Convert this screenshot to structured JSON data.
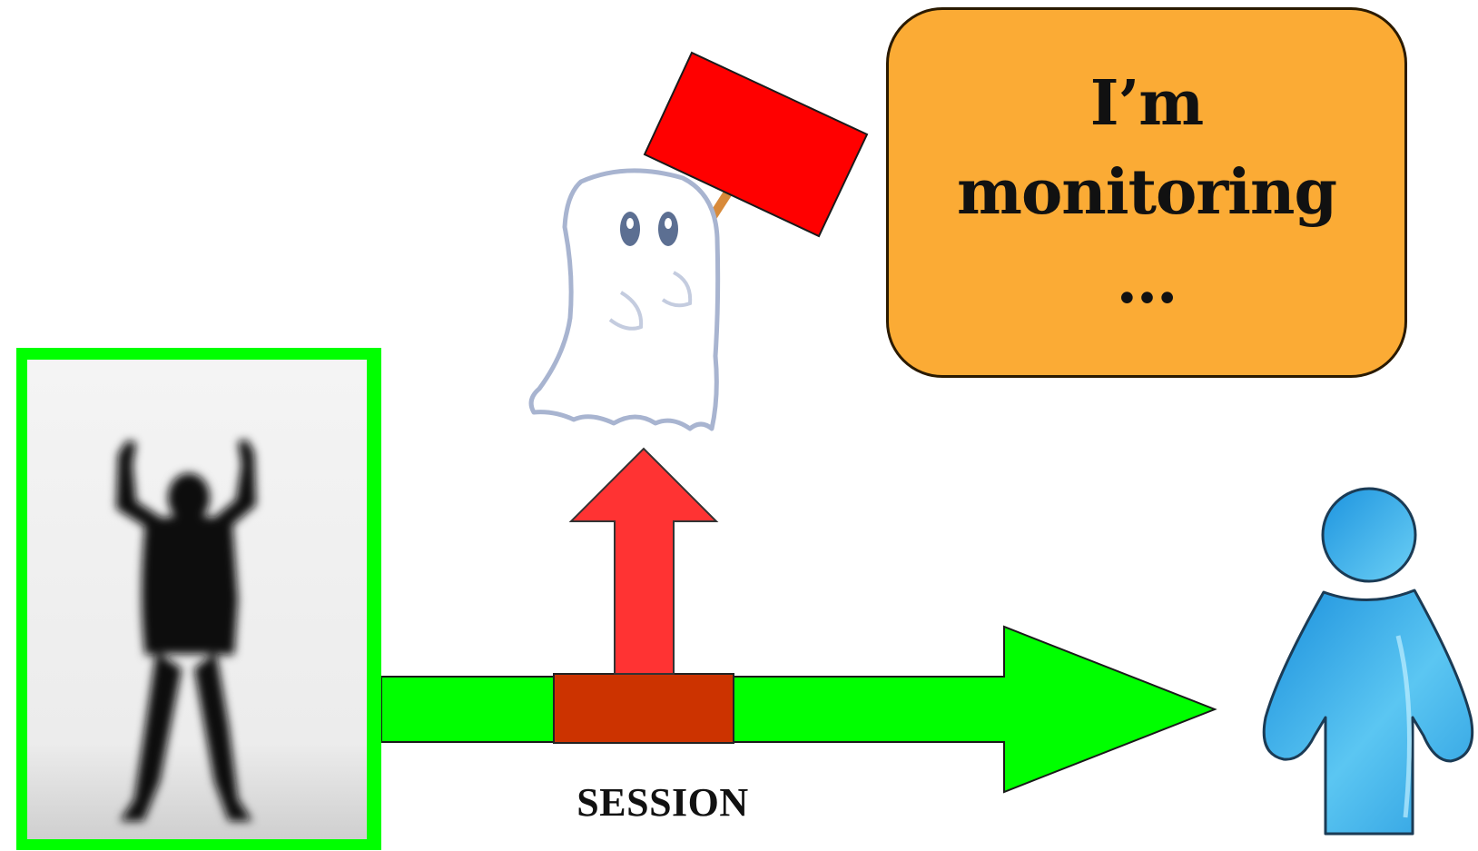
{
  "speech_bubble": {
    "lines": [
      "I’m",
      "monitoring",
      "…"
    ]
  },
  "session_label": "SESSION",
  "colors": {
    "frame_green": "#00ff00",
    "arrow_green": "#00ff00",
    "session_block": "#cc3300",
    "up_arrow_red": "#ff3333",
    "flag_red": "#ff0000",
    "bubble_orange": "#fbab35",
    "user_blue": "#3aa8e8"
  },
  "icons": {
    "attacker": "person-silhouette-arms-raised",
    "monitor": "ghost-holding-red-flag",
    "target_user": "user-person-icon"
  }
}
